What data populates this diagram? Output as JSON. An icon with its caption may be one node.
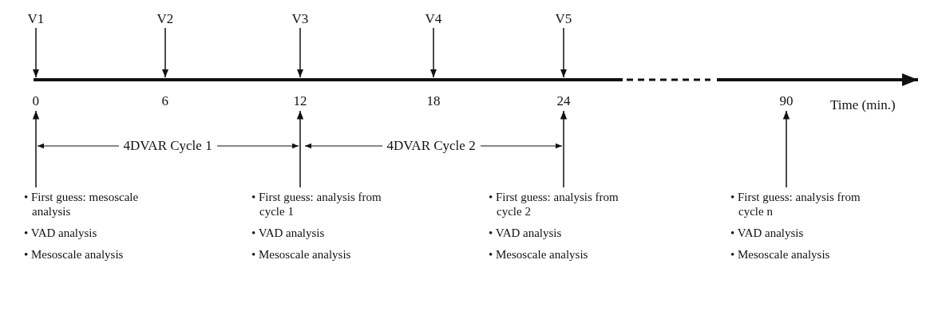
{
  "diagram": {
    "nodes": [
      {
        "text": [
          "V1"
        ]
      },
      {
        "text": [
          "V2"
        ]
      },
      {
        "text": [
          "V3"
        ]
      },
      {
        "text": [
          "V4"
        ]
      },
      {
        "text": [
          "V5"
        ]
      },
      {
        "text": [],
        "shape": "bar"
      },
      {
        "text": [
          "0"
        ]
      },
      {
        "text": [
          "6"
        ]
      },
      {
        "text": [
          "12"
        ]
      },
      {
        "text": [
          "18"
        ]
      },
      {
        "text": [
          "24"
        ]
      },
      {
        "text": [
          "90"
        ]
      },
      {
        "text": [
          "• First guess: mesoscale analysis",
          "• VAD analysis",
          "• Mesoscale analysis"
        ]
      },
      {
        "text": [
          "• First guess: analysis from cycle 1",
          "• VAD analysis",
          "• Mesoscale analysis"
        ]
      },
      {
        "text": [
          "• First guess: analysis from cycle 2",
          "• VAD analysis",
          "• Mesoscale analysis"
        ]
      },
      {
        "text": [
          "• First guess: analysis from cycle n",
          "• VAD analysis",
          "• Mesoscale analysis"
        ]
      }
    ],
    "edges": [
      {
        "from": 0,
        "to": 5,
        "arrow": "to"
      },
      {
        "from": 1,
        "to": 5,
        "arrow": "to"
      },
      {
        "from": 2,
        "to": 5,
        "arrow": "to"
      },
      {
        "from": 3,
        "to": 5,
        "arrow": "to"
      },
      {
        "from": 4,
        "to": 5,
        "arrow": "to"
      },
      {
        "from": 12,
        "to": 6,
        "arrow": "to"
      },
      {
        "from": 13,
        "to": 8,
        "arrow": "to"
      },
      {
        "from": 14,
        "to": 10,
        "arrow": "to"
      },
      {
        "from": 15,
        "to": 11,
        "arrow": "to"
      }
    ],
    "labels": [
      "Time (min.)",
      "4DVAR Cycle 1",
      "4DVAR Cycle 2"
    ]
  }
}
